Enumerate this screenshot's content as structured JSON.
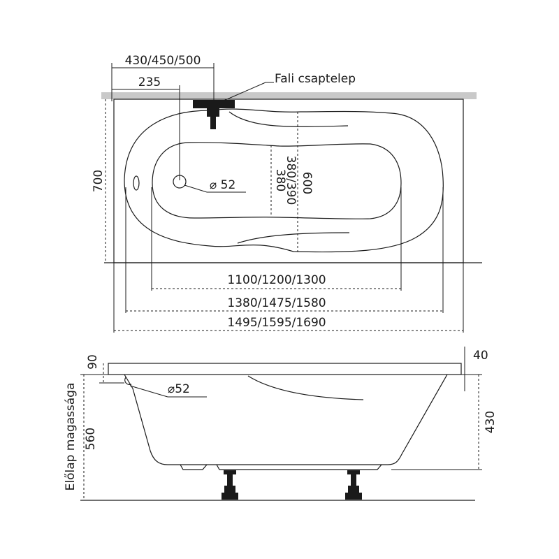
{
  "top_view": {
    "dim_faucet_position": "430/450/500",
    "dim_drain_position": "235",
    "faucet_label": "Fali csaptelep",
    "dim_width_outer": "700",
    "dim_inner_width_a": "380",
    "dim_inner_width_b": "380/390",
    "dim_inner_width_c": "600",
    "drain_diameter": "⌀ 52",
    "dim_inner_length": "1100/1200/1300",
    "dim_basin_length": "1380/1475/1580",
    "dim_total_length": "1495/1595/1690"
  },
  "side_view": {
    "dim_rim_height": "90",
    "dim_rim_thickness": "40",
    "overflow_diameter": "⌀52",
    "dim_front_panel_height": "560",
    "front_panel_label": "Előlap magassága",
    "dim_depth": "430"
  }
}
